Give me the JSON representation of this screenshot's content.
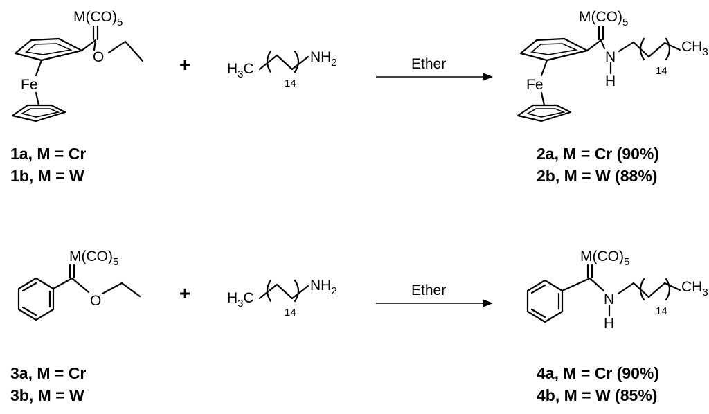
{
  "reactions": [
    {
      "reactant_label": "M(CO)",
      "reactant_sub": "5",
      "reactant_metal": "Fe",
      "reactant_o": "O",
      "plus": "+",
      "amine_h": "H",
      "amine_h_sub": "3",
      "amine_c": "C",
      "amine_n": "NH",
      "amine_n_sub": "2",
      "amine_repeat": "14",
      "condition": "Ether",
      "product_label": "M(CO)",
      "product_sub": "5",
      "product_metal": "Fe",
      "product_n": "N",
      "product_h": "H",
      "product_ch": "CH",
      "product_ch_sub": "3",
      "product_repeat": "14",
      "reactant_captions": [
        "1a, M = Cr",
        "1b, M = W"
      ],
      "product_captions": [
        "2a, M = Cr (90%)",
        "2b, M = W (88%)"
      ]
    },
    {
      "reactant_label": "M(CO)",
      "reactant_sub": "5",
      "reactant_o": "O",
      "plus": "+",
      "amine_h": "H",
      "amine_h_sub": "3",
      "amine_c": "C",
      "amine_n": "NH",
      "amine_n_sub": "2",
      "amine_repeat": "14",
      "condition": "Ether",
      "product_label": "M(CO)",
      "product_sub": "5",
      "product_n": "N",
      "product_h": "H",
      "product_ch": "CH",
      "product_ch_sub": "3",
      "product_repeat": "14",
      "reactant_captions": [
        "3a, M = Cr",
        "3b, M = W"
      ],
      "product_captions": [
        "4a, M = Cr (90%)",
        "4b, M = W (85%)"
      ]
    }
  ]
}
